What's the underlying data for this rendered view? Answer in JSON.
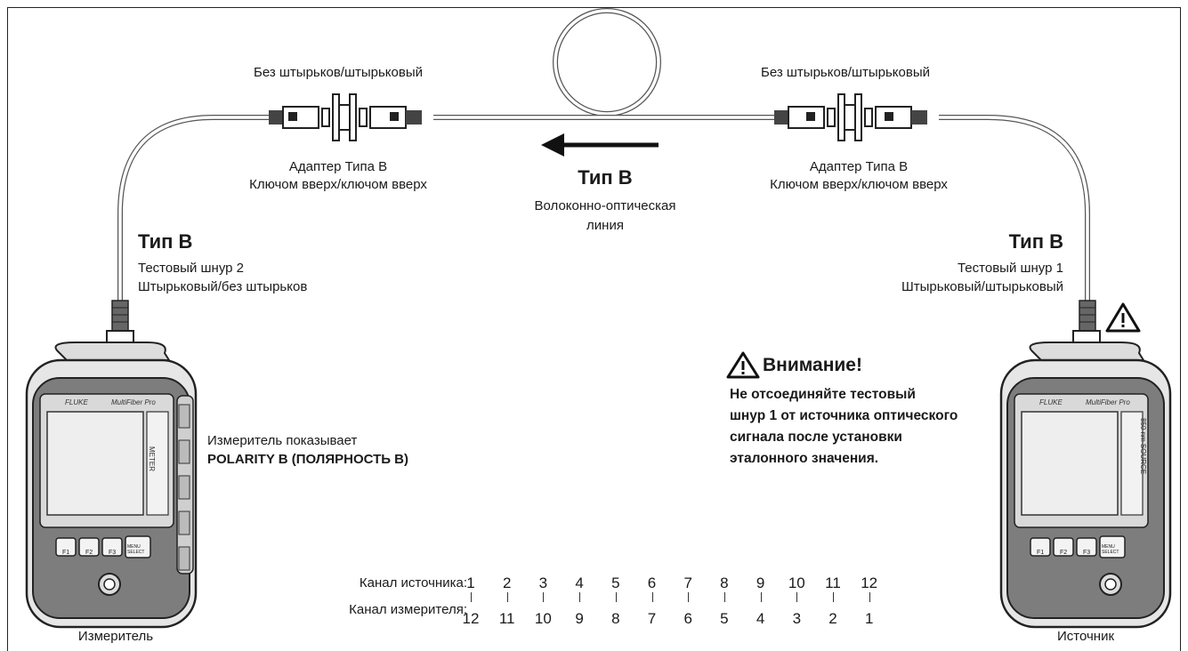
{
  "connector_top_left": "Без штырьков/штырьковый",
  "connector_top_right": "Без штырьков/штырьковый",
  "adapter_left": {
    "line1": "Адаптер Типа B",
    "line2": "Ключом вверх/ключом вверх"
  },
  "adapter_right": {
    "line1": "Адаптер Типа B",
    "line2": "Ключом вверх/ключом вверх"
  },
  "link": {
    "type": "Тип B",
    "line1": "Волоконно-оптическая",
    "line2": "линия"
  },
  "cord_left": {
    "type": "Тип B",
    "line1": "Тестовый шнур 2",
    "line2": "Штырьковый/без штырьков"
  },
  "cord_right": {
    "type": "Тип B",
    "line1": "Тестовый шнур 1",
    "line2": "Штырьковый/штырьковый"
  },
  "meter_shows": {
    "line1": "Измеритель показывает",
    "line2": "POLARITY B (ПОЛЯРНОСТЬ B)"
  },
  "warning": {
    "title": "Внимание!",
    "lines": [
      "Не отсоединяйте тестовый",
      "шнур 1 от источника оптического",
      "сигнала после установки",
      "эталонного значения."
    ]
  },
  "channels": {
    "source_label": "Канал источника:",
    "meter_label": "Канал измерителя:",
    "source": [
      "1",
      "2",
      "3",
      "4",
      "5",
      "6",
      "7",
      "8",
      "9",
      "10",
      "11",
      "12"
    ],
    "meter": [
      "12",
      "11",
      "10",
      "9",
      "8",
      "7",
      "6",
      "5",
      "4",
      "3",
      "2",
      "1"
    ]
  },
  "device_left": {
    "caption": "Измеритель",
    "brand": "FLUKE",
    "model": "MultiFiber Pro",
    "side_label": "METER",
    "keys": [
      "F1",
      "F2",
      "F3",
      "MENU SELECT"
    ]
  },
  "device_right": {
    "caption": "Источник",
    "brand": "FLUKE",
    "model": "MultiFiber Pro",
    "side_label": "850 nm SOURCE",
    "keys": [
      "F1",
      "F2",
      "F3",
      "MENU SELECT"
    ]
  },
  "colors": {
    "line": "#333333",
    "device_body": "#e6e6e6",
    "device_dark": "#7d7d7d",
    "screen": "#eeeeee"
  }
}
